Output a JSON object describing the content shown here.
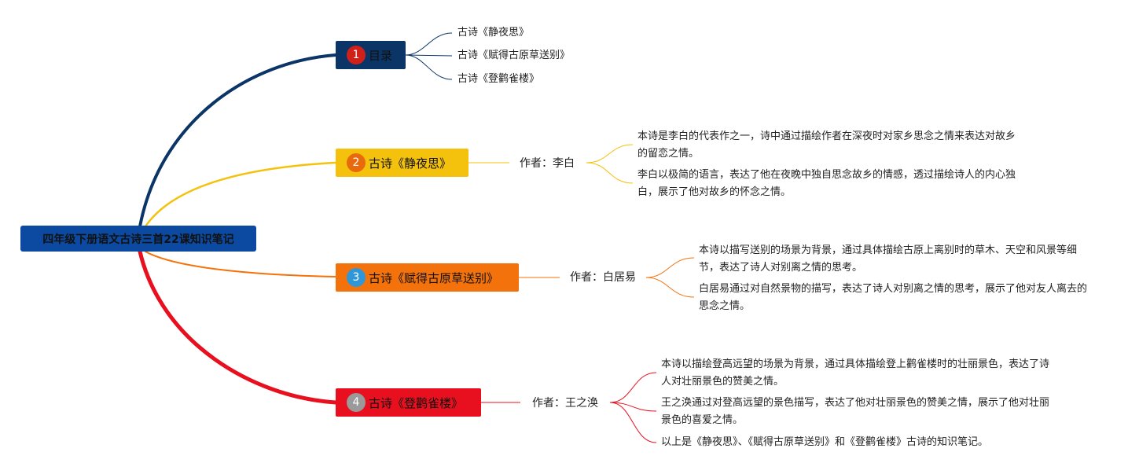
{
  "root": {
    "title": "四年级下册语文古诗三首22课知识笔记",
    "color": "#0b4aa0"
  },
  "branches": [
    {
      "number": "1",
      "label": "目录",
      "color": "#0b3566",
      "badge_color": "#d0201a",
      "leaves": [
        "古诗《静夜思》",
        "古诗《赋得古原草送别》",
        "古诗《登鹳雀楼》"
      ]
    },
    {
      "number": "2",
      "label": "古诗《静夜思》",
      "color": "#f4c20d",
      "badge_color": "#e96a0c",
      "author": "作者：李白",
      "notes": [
        "本诗是李白的代表作之一，诗中通过描绘作者在深夜时对家乡思念之情来表达对故乡的留恋之情。",
        "李白以极简的语言，表达了他在夜晚中独自思念故乡的情感，透过描绘诗人的内心独白，展示了他对故乡的怀念之情。"
      ]
    },
    {
      "number": "3",
      "label": "古诗《赋得古原草送别》",
      "color": "#f4720b",
      "badge_color": "#2f97d8",
      "author": "作者：白居易",
      "notes": [
        "本诗以描写送别的场景为背景，通过具体描绘古原上离别时的草木、天空和风景等细节，表达了诗人对别离之情的思考。",
        "白居易通过对自然景物的描写，表达了诗人对别离之情的思考，展示了他对友人离去的思念之情。"
      ]
    },
    {
      "number": "4",
      "label": "古诗《登鹳雀楼》",
      "color": "#e8101e",
      "badge_color": "#9a9a9a",
      "author": "作者：王之涣",
      "notes": [
        "本诗以描绘登高远望的场景为背景，通过具体描绘登上鹳雀楼时的壮丽景色，表达了诗人对壮丽景色的赞美之情。",
        "王之涣通过对登高远望的景色描写，表达了他对壮丽景色的赞美之情，展示了他对壮丽景色的喜爱之情。",
        "以上是《静夜思》、《赋得古原草送别》和《登鹳雀楼》古诗的知识笔记。"
      ]
    }
  ]
}
